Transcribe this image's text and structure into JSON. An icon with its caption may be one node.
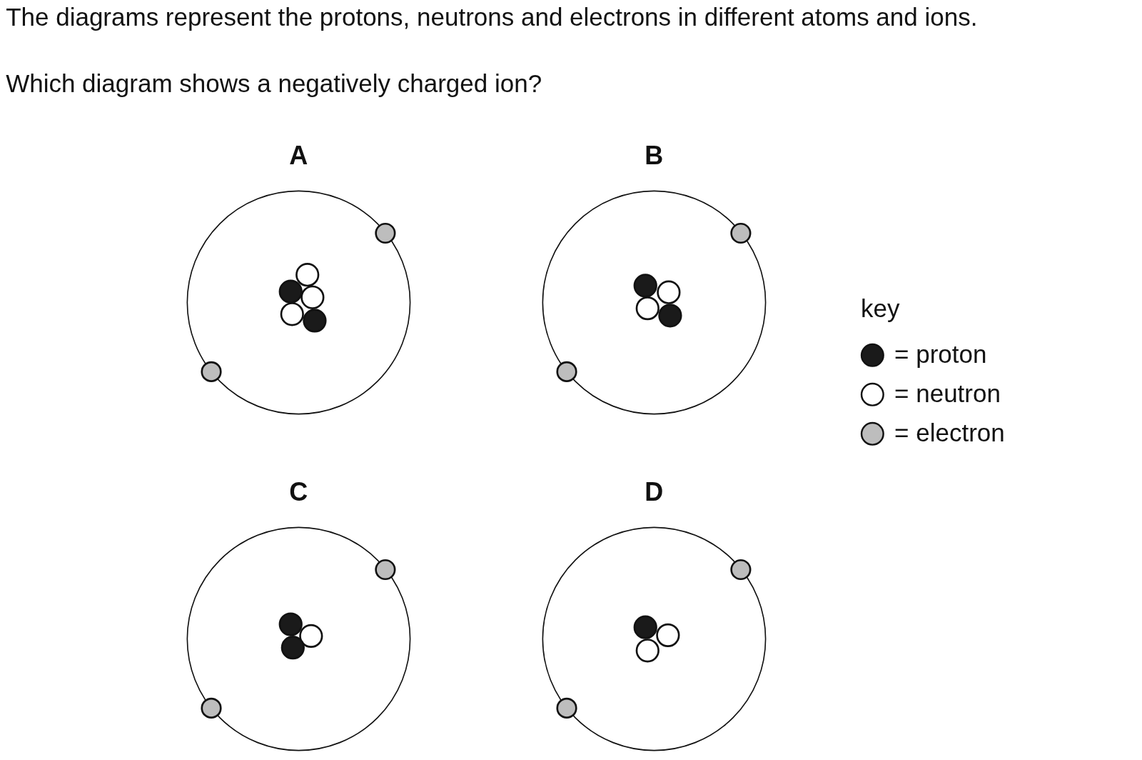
{
  "diagram": {
    "title": "The diagrams represent the protons, neutrons and electrons in different atoms and ions.",
    "nodes": [
      {
        "text": [
          "A"
        ]
      },
      {
        "text": [
          "B"
        ]
      },
      {
        "text": [
          "C"
        ]
      },
      {
        "text": [
          "D"
        ]
      }
    ],
    "labels": [
      "Which diagram shows a negatively charged ion?",
      "key"
    ],
    "legend": [
      {
        "text": "= proton",
        "color": "#1a1a1a"
      },
      {
        "text": "= neutron"
      },
      {
        "text": "= electron",
        "color": "#bdbdbd"
      }
    ]
  }
}
